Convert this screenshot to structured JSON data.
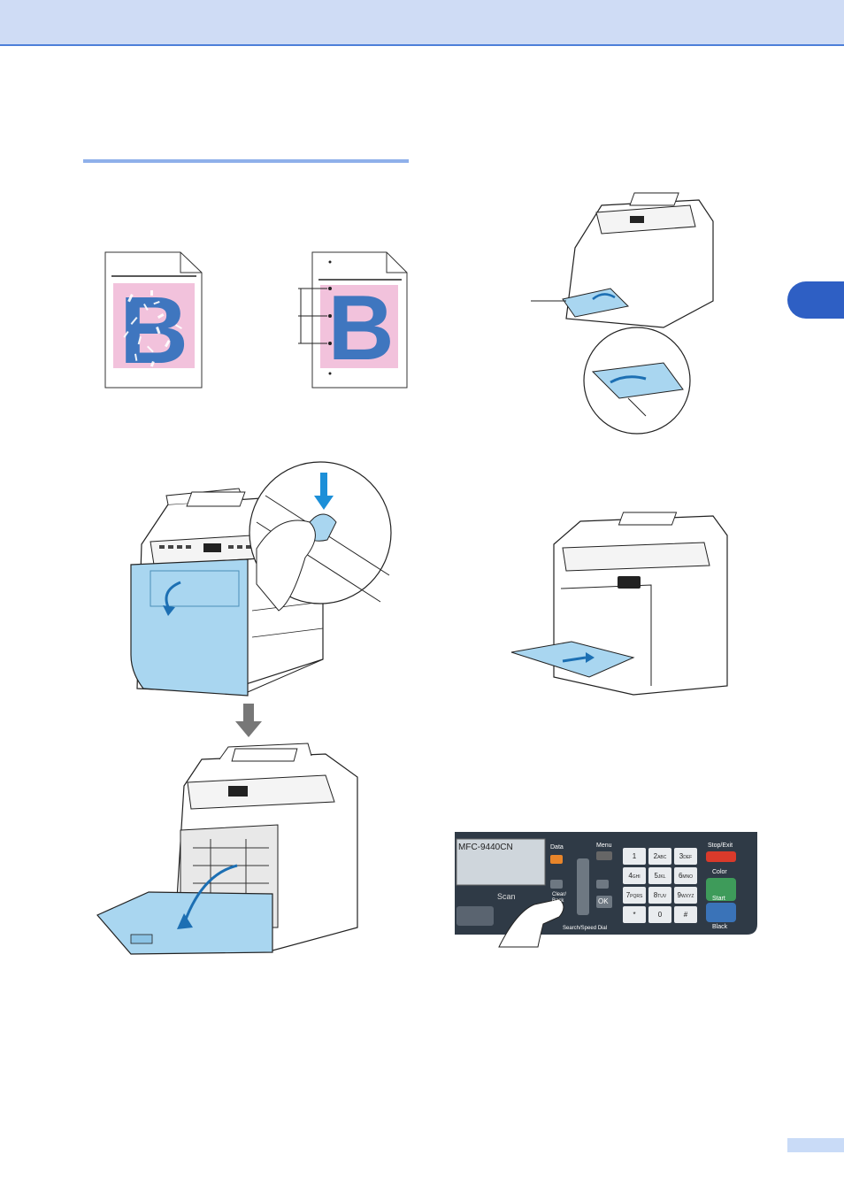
{
  "page": {
    "header_band_color": "#cfdcf5",
    "accent_color": "#2e5fc4",
    "highlight_blue": "#a9d6f0",
    "chapter_tab_icon": "chapter-tab",
    "page_number_tab_icon": "page-number-tab"
  },
  "control_panel": {
    "model_name": "MFC-9440CN",
    "data_label": "Data",
    "menu_label": "Menu",
    "stop_exit_label": "Stop/Exit",
    "color_label": "Color",
    "start_label": "Start",
    "black_label": "Black",
    "ok_label": "OK",
    "clear_back_label_1": "Clear/",
    "clear_back_label_2": "Back",
    "search_speed_dial_label": "Search/Speed Dial",
    "scan_label": "Scan",
    "keys": [
      {
        "num": "1",
        "sub": ""
      },
      {
        "num": "2",
        "sub": "ABC"
      },
      {
        "num": "3",
        "sub": "DEF"
      },
      {
        "num": "4",
        "sub": "GHI"
      },
      {
        "num": "5",
        "sub": "JKL"
      },
      {
        "num": "6",
        "sub": "MNO"
      },
      {
        "num": "7",
        "sub": "PQRS"
      },
      {
        "num": "8",
        "sub": "TUV"
      },
      {
        "num": "9",
        "sub": "WXYZ"
      },
      {
        "num": "*",
        "sub": ""
      },
      {
        "num": "0",
        "sub": ""
      },
      {
        "num": "#",
        "sub": ""
      }
    ]
  },
  "sample_pages": {
    "letter": "B",
    "faded_page_icon": "faded-print-sample",
    "repeating_marks_page_icon": "repeating-marks-sample"
  }
}
